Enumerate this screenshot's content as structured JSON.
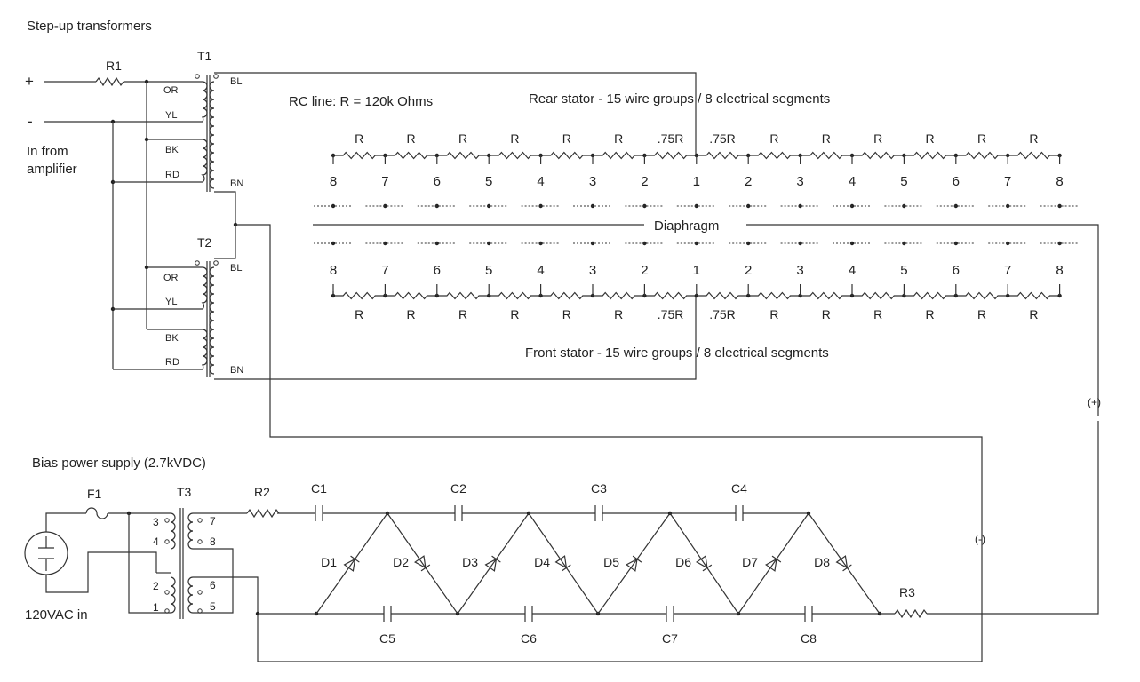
{
  "titles": {
    "step_up": "Step-up transformers",
    "bias": "Bias power supply (2.7kVDC)",
    "rc_line": "RC line:  R = 120k Ohms",
    "rear": "Rear stator - 15 wire groups / 8 electrical segments",
    "front": "Front stator - 15 wire groups / 8 electrical segments",
    "diaphragm": "Diaphragm",
    "input_line1": "In from",
    "input_line2": "amplifier",
    "ac_in": "120VAC  in",
    "plus": "+",
    "minus": "-",
    "pos_label": "(+)",
    "neg_label": "(-)"
  },
  "components": {
    "r1": "R1",
    "t1": "T1",
    "t2": "T2",
    "t3": "T3",
    "f1": "F1",
    "r2": "R2",
    "r3": "R3"
  },
  "transformer_taps": {
    "primary": [
      "OR",
      "YL",
      "BK",
      "RD"
    ],
    "secondary_top": "BL",
    "secondary_bottom": "BN"
  },
  "t3_pins": {
    "primary": [
      "3",
      "4",
      "2",
      "1"
    ],
    "secondary": [
      "7",
      "8",
      "6",
      "5"
    ]
  },
  "segments": [
    "8",
    "7",
    "6",
    "5",
    "4",
    "3",
    "2",
    "1",
    "2",
    "3",
    "4",
    "5",
    "6",
    "7",
    "8"
  ],
  "resistors": [
    "R",
    "R",
    "R",
    "R",
    "R",
    "R",
    ".75R",
    ".75R",
    "R",
    "R",
    "R",
    "R",
    "R",
    "R"
  ],
  "capacitors_top": [
    "C1",
    "C2",
    "C3",
    "C4"
  ],
  "capacitors_bottom": [
    "C5",
    "C6",
    "C7",
    "C8"
  ],
  "diodes": [
    "D1",
    "D2",
    "D3",
    "D4",
    "D5",
    "D6",
    "D7",
    "D8"
  ]
}
